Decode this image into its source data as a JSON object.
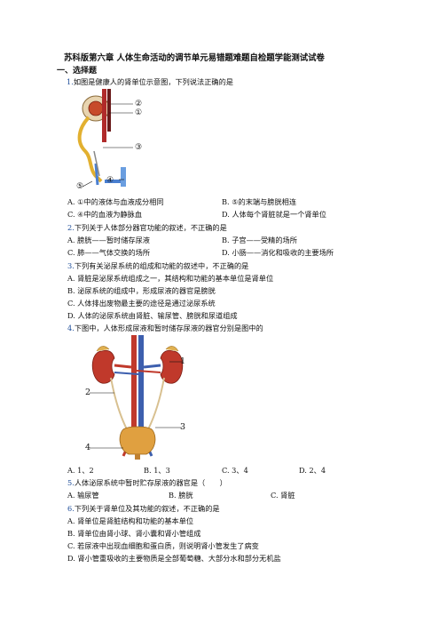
{
  "title": "苏科版第六章 人体生命活动的调节单元易错题难题自检题学能测试试卷",
  "section": "一、选择题",
  "q1": {
    "num": "1.",
    "stem": "如图是健康人的肾单位示意图，下列说法正确的是",
    "labels": [
      "②",
      "①",
      "③",
      "④",
      "⑤"
    ],
    "options": {
      "A": "A. ①中的液体与血液成分相同",
      "B": "B. ⑤的末端与膀胱相连",
      "C": "C. ④中的血液为静脉血",
      "D": "D. 人体每个肾脏就是一个肾单位"
    }
  },
  "q2": {
    "num": "2.",
    "stem": "下列关于人体部分器官功能的叙述，不正确的是",
    "options": {
      "A": "A. 膀胱——暂时储存尿液",
      "B": "B. 子宫——受精的场所",
      "C": "C. 肺——气体交换的场所",
      "D": "D. 小肠——消化和吸收的主要场所"
    }
  },
  "q3": {
    "num": "3.",
    "stem": "下列有关泌尿系统的组成和功能的叙述中，不正确的是",
    "options": {
      "A": "A. 肾脏是泌尿系统组成之一，其结构和功能的基本单位是肾单位",
      "B": "B. 泌尿系统的组成中，形成尿液的器官是膀胱",
      "C": "C. 人体排出废物最主要的途径是通过泌尿系统",
      "D": "D. 人体的泌尿系统由肾脏、输尿管、膀胱和尿道组成"
    }
  },
  "q4": {
    "num": "4.",
    "stem": "下图中，人体形成尿液和暂时储存尿液的器官分别是图中的",
    "labels": [
      "1",
      "2",
      "3",
      "4"
    ],
    "options": {
      "A": "A. 1、2",
      "B": "B. 1、3",
      "C": "C. 3、4",
      "D": "D. 2、4"
    }
  },
  "q5": {
    "num": "5.",
    "stem": "人体泌尿系统中暂时贮存尿液的器官是（　　）",
    "options": {
      "A": "A. 输尿管",
      "B": "B. 膀胱",
      "C": "C. 肾脏"
    }
  },
  "q6": {
    "num": "6.",
    "stem": "下列关于肾单位及其功能的叙述，不正确的是",
    "options": {
      "A": "A. 肾单位是肾脏结构和功能的基本单位",
      "B": "B. 肾单位由肾小球、肾小囊和肾小管组成",
      "C": "C. 若尿液中出现血细胞和蛋白质，则说明肾小管发生了病变",
      "D": "D. 肾小管重吸收的主要物质是全部葡萄糖、大部分水和部分无机盐"
    }
  }
}
